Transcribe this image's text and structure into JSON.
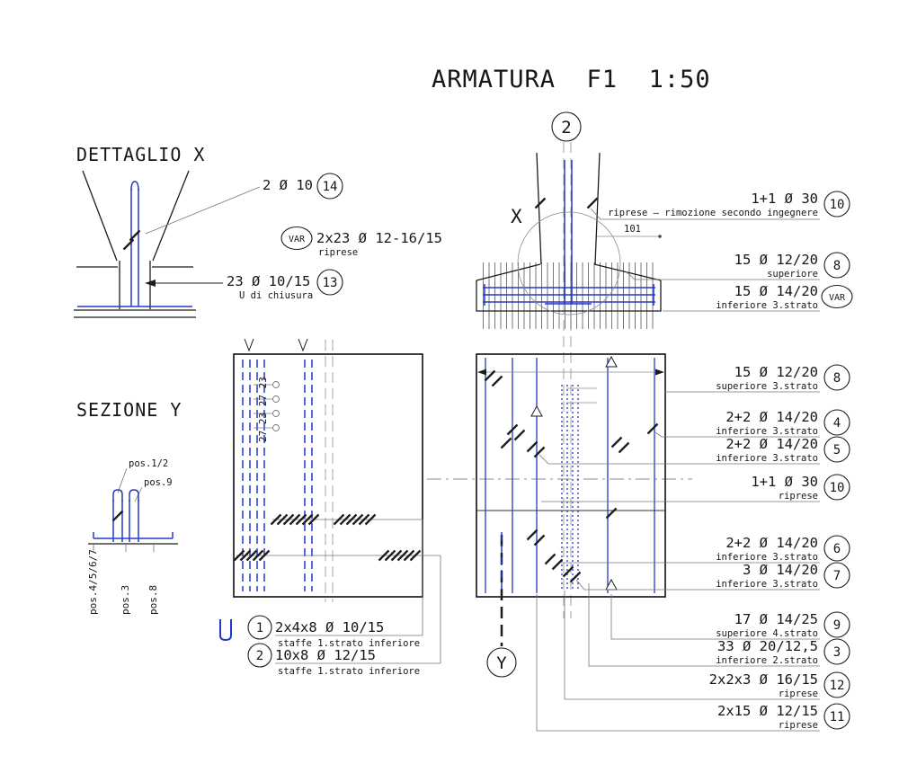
{
  "title": "ARMATURA  F1  1:50",
  "labels": {
    "dettaglio_x": "DETTAGLIO X",
    "sezione_y": "SEZIONE Y",
    "x_marker": "X",
    "section_top": "2",
    "section_bottom": "Y",
    "dim_101": "101",
    "dim_stack": "27 23 27 23"
  },
  "pos_labels": {
    "pos_1_2": "pos.1/2",
    "pos_9": "pos.9",
    "pos_4567": "pos.4/5/6/7",
    "pos_3": "pos.3",
    "pos_8": "pos.8"
  },
  "callouts_left": [
    {
      "text": "2 Ø 10",
      "sub": "",
      "bubble": "14"
    },
    {
      "text": "2x23 Ø 12-16/15",
      "sub": "riprese",
      "bubble": "VAR"
    },
    {
      "text": "23 Ø 10/15",
      "sub": "U di chiusura",
      "bubble": "13"
    }
  ],
  "callouts_right": [
    {
      "text": "1+1 Ø 30",
      "sub": "riprese – rimozione secondo ingegnere",
      "bubble": "10"
    },
    {
      "text": "15 Ø 12/20",
      "sub": "superiore",
      "bubble": "8"
    },
    {
      "text": "15 Ø 14/20",
      "sub": "inferiore 3.strato",
      "bubble": "VAR"
    },
    {
      "text": "15 Ø 12/20",
      "sub": "superiore 3.strato",
      "bubble": "8"
    },
    {
      "text": "2+2 Ø 14/20",
      "sub": "inferiore 3.strato",
      "bubble": "4"
    },
    {
      "text": "2+2 Ø 14/20",
      "sub": "inferiore 3.strato",
      "bubble": "5"
    },
    {
      "text": "1+1 Ø 30",
      "sub": "riprese",
      "bubble": "10"
    },
    {
      "text": "2+2 Ø 14/20",
      "sub": "inferiore 3.strato",
      "bubble": "6"
    },
    {
      "text": "3 Ø 14/20",
      "sub": "inferiore 3.strato",
      "bubble": "7"
    },
    {
      "text": "17 Ø 14/25",
      "sub": "superiore 4.strato",
      "bubble": "9"
    },
    {
      "text": "33 Ø 20/12,5",
      "sub": "inferiore 2.strato",
      "bubble": "3"
    },
    {
      "text": "2x2x3 Ø 16/15",
      "sub": "riprese",
      "bubble": "12"
    },
    {
      "text": "2x15 Ø 12/15",
      "sub": "riprese",
      "bubble": "11"
    }
  ],
  "callouts_bottom": [
    {
      "text": "2x4x8 Ø 10/15",
      "sub": "staffe 1.strato inferiore",
      "bubble": "1"
    },
    {
      "text": "10x8 Ø 12/15",
      "sub": "staffe 1.strato inferiore",
      "bubble": "2"
    }
  ],
  "colors": {
    "rebar_blue": "#2438c8",
    "ink": "#1c1c1c",
    "thin_gray": "#8d8d8d"
  }
}
